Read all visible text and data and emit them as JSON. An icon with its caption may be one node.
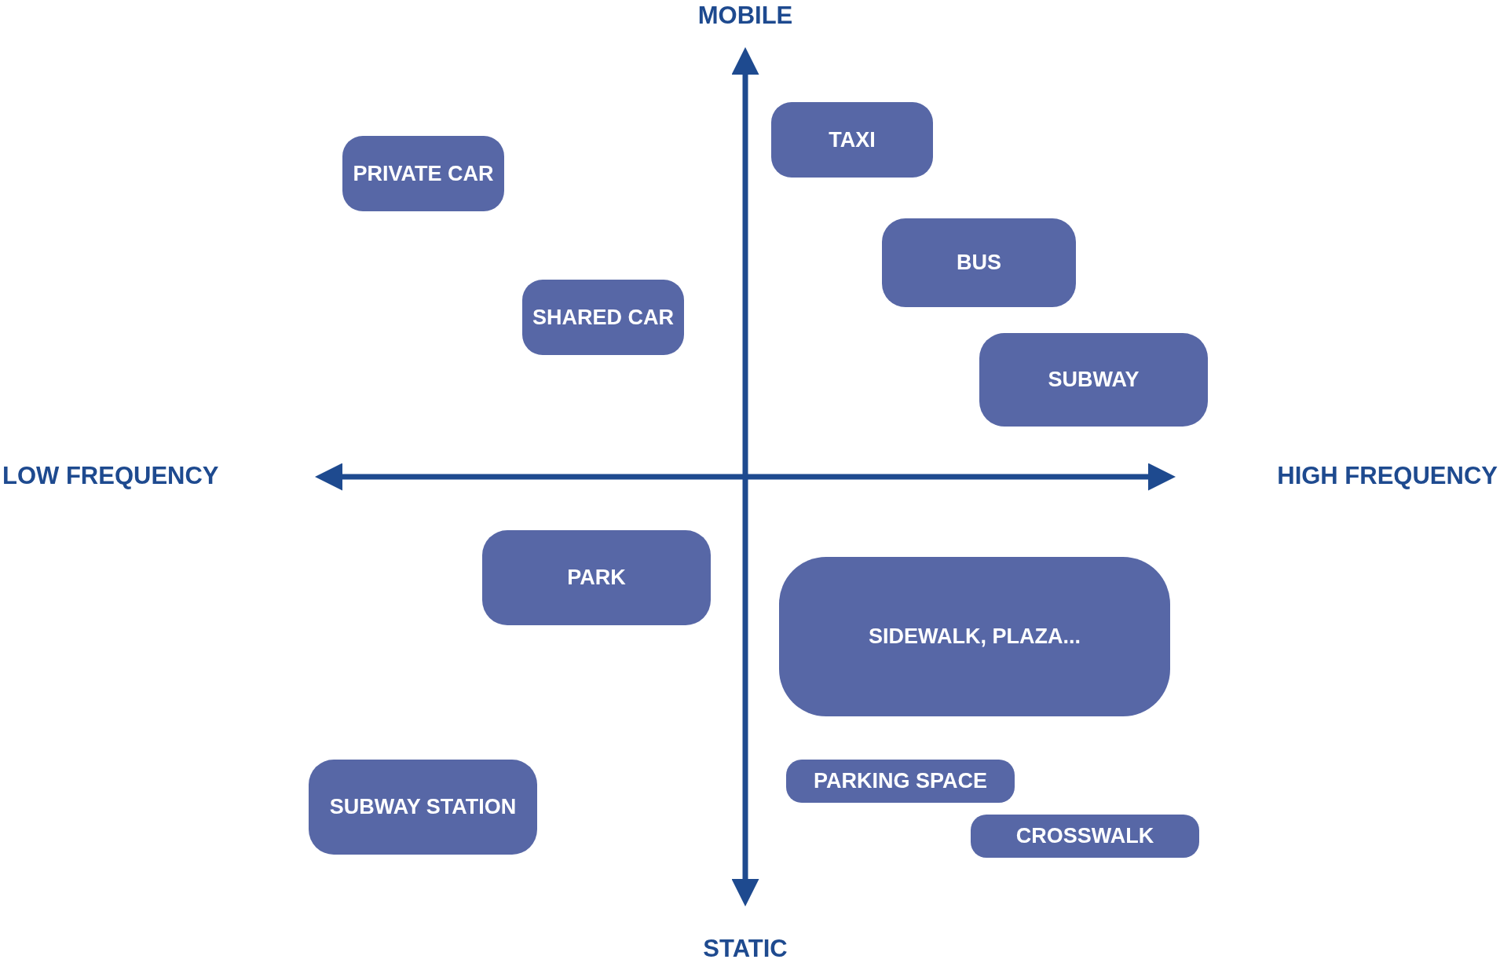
{
  "diagram": {
    "nodes": [
      {
        "text": [
          "TAXI"
        ]
      },
      {
        "text": [
          "PRIVATE CAR"
        ]
      },
      {
        "text": [
          "BUS"
        ]
      },
      {
        "text": [
          "SHARED CAR"
        ]
      },
      {
        "text": [
          "SUBWAY"
        ]
      },
      {
        "text": [
          "PARK"
        ]
      },
      {
        "text": [
          "SIDEWALK, PLAZA..."
        ]
      },
      {
        "text": [
          "PARKING SPACE"
        ]
      },
      {
        "text": [
          "SUBWAY STATION"
        ]
      },
      {
        "text": [
          "CROSSWALK"
        ]
      }
    ],
    "labels": [
      "MOBILE",
      "LOW FREQUENCY",
      "HIGH FREQUENCY",
      "STATIC"
    ]
  }
}
